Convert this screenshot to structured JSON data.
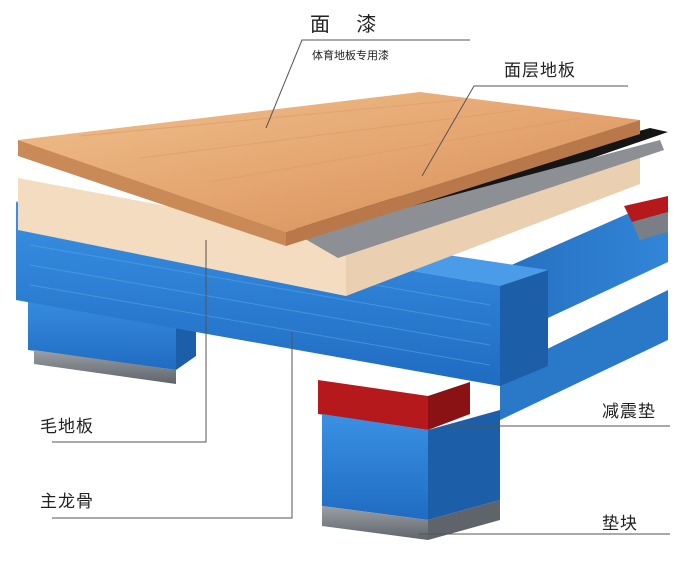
{
  "labels": {
    "finish_paint": "面  漆",
    "finish_paint_sub": "体育地板专用漆",
    "surface_board": "面层地板",
    "subfloor": "毛地板",
    "main_joist": "主龙骨",
    "shock_pad": "减震垫",
    "leveling_block": "垫块"
  },
  "colors": {
    "wood_top": "#e6a877",
    "wood_edge": "#c98a57",
    "subfloor": "#f2d8ba",
    "joist_blue": "#2a7ed3",
    "joist_dark": "#1c5fa8",
    "shock_pad_red": "#b5191c",
    "block_gray": "#7a7f86",
    "film_black": "#151515",
    "leader_line": "#555555"
  }
}
